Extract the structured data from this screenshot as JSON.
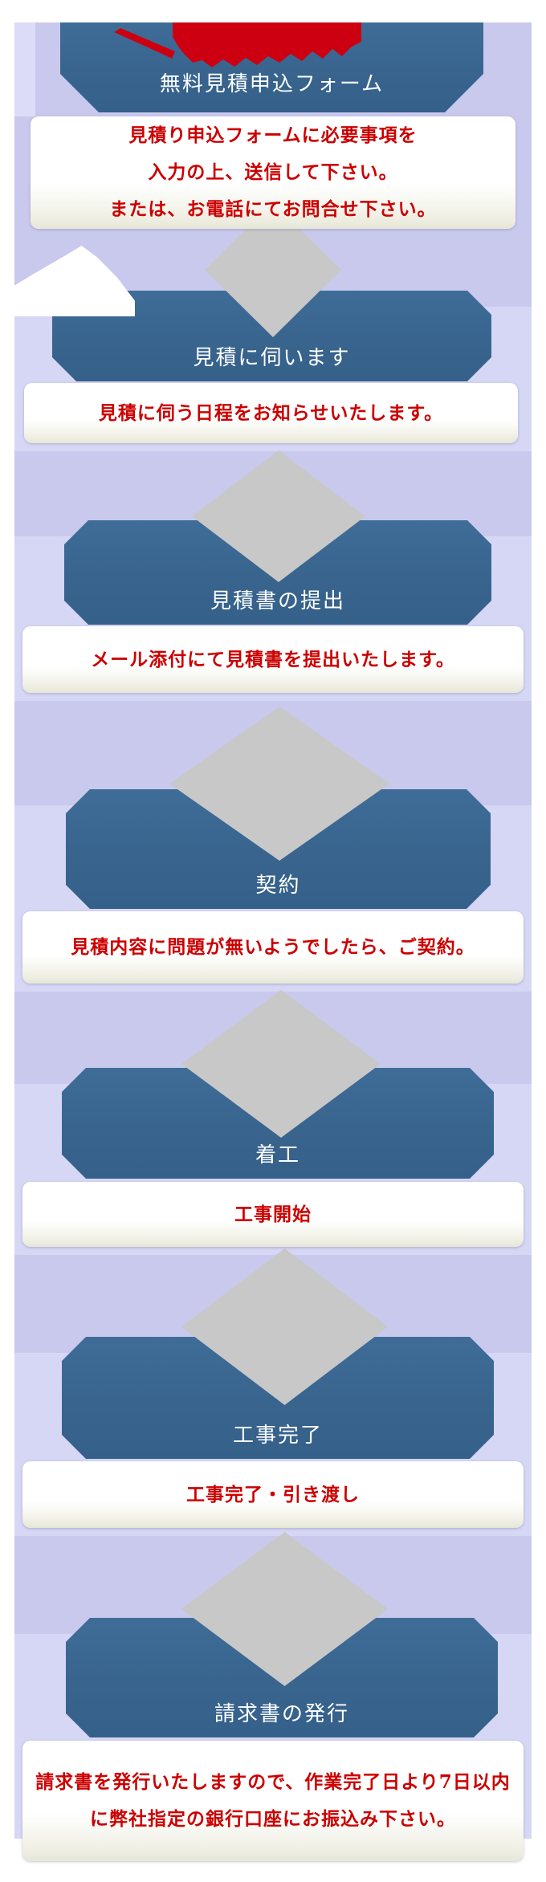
{
  "flow": {
    "steps": [
      {
        "title": "無料見積申込フォーム",
        "desc": "見積り申込フォームに必要事項を\n入力の上、送信して下さい。\nまたは、お電話にてお問合せ下さい。"
      },
      {
        "title": "見積に伺います",
        "desc": "見積に伺う日程をお知らせいたします。"
      },
      {
        "title": "見積書の提出",
        "desc": "メール添付にて見積書を提出いたします。"
      },
      {
        "title": "契約",
        "desc": "見積内容に問題が無いようでしたら、ご契約。"
      },
      {
        "title": "着工",
        "desc": "工事開始"
      },
      {
        "title": "工事完了",
        "desc": "工事完了・引き渡し"
      },
      {
        "title": "請求書の発行",
        "desc": "請求書を発行いたしますので、作業完了日より7日以内\nに弊社指定の銀行口座にお振込み下さい。"
      }
    ]
  },
  "colors": {
    "page_background": "#ffffff",
    "content_background": "#c9c9ed",
    "band_light": "#d6d6f5",
    "banner_blue": "#38648e",
    "banner_text": "#ffffff",
    "diamond_gray": "#c8c8c8",
    "description_red": "#cc0000",
    "box_gradient_end": "#e7e7d8",
    "top_graphic_red": "#cc0011"
  }
}
